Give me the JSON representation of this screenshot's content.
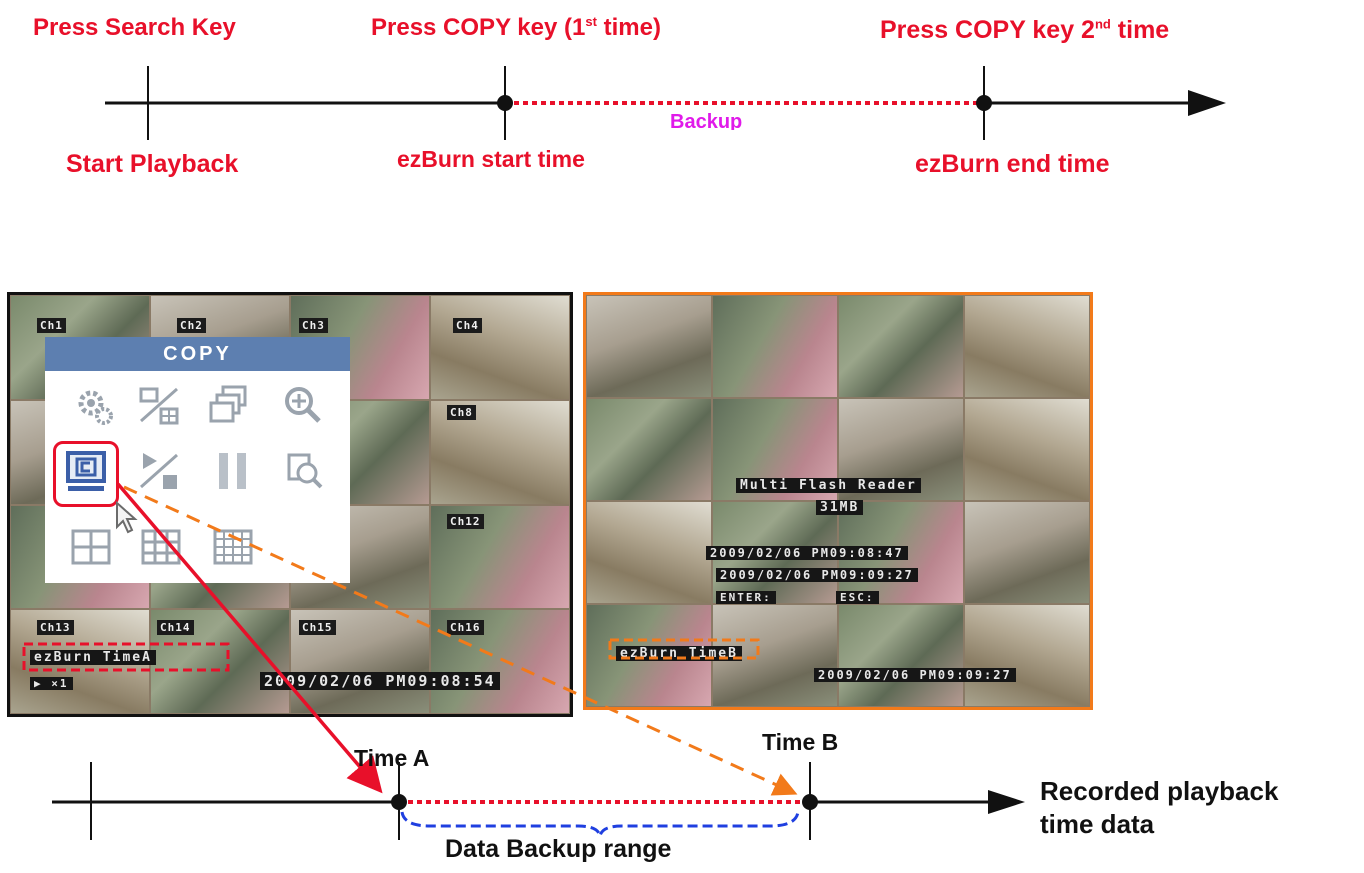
{
  "top_timeline": {
    "press_search_key": "Press Search Key",
    "press_copy_first_main": "Press COPY key (1",
    "press_copy_first_sup": "st",
    "press_copy_first_tail": " time)",
    "press_copy_second_main": "Press COPY key 2",
    "press_copy_second_sup": "nd",
    "press_copy_second_tail": " time",
    "backup_label": "Backup",
    "start_playback": "Start Playback",
    "ezburn_start_time": "ezBurn start time",
    "ezburn_end_time": "ezBurn end time"
  },
  "screen_a": {
    "channels": [
      "Ch1",
      "Ch2",
      "Ch3",
      "Ch4",
      "Ch8",
      "Ch12",
      "Ch13",
      "Ch14",
      "Ch15",
      "Ch16"
    ],
    "menu_title": "COPY",
    "ezburn_label": "ezBurn TimeA",
    "play_status": "▶ ×1",
    "timestamp": "2009/02/06 PM09:08:54"
  },
  "screen_b": {
    "device_line": "Multi Flash Reader",
    "size_line": "31MB",
    "start_line": "2009/02/06 PM09:08:47",
    "end_line": "2009/02/06 PM09:09:27",
    "enter_label": "ENTER:",
    "esc_label": "ESC:",
    "ezburn_label": "ezBurn TimeB",
    "timestamp": "2009/02/06 PM09:09:27"
  },
  "bottom_timeline": {
    "time_a": "Time A",
    "time_b": "Time B",
    "recorded_line1": "Recorded playback",
    "recorded_line2": "time data",
    "data_backup_range": "Data Backup range"
  },
  "colors": {
    "red": "#e8102a",
    "magenta": "#e01aea",
    "orange": "#f27a1a",
    "blue": "#1f3fe0",
    "menu_blue": "#5d7fb0"
  }
}
